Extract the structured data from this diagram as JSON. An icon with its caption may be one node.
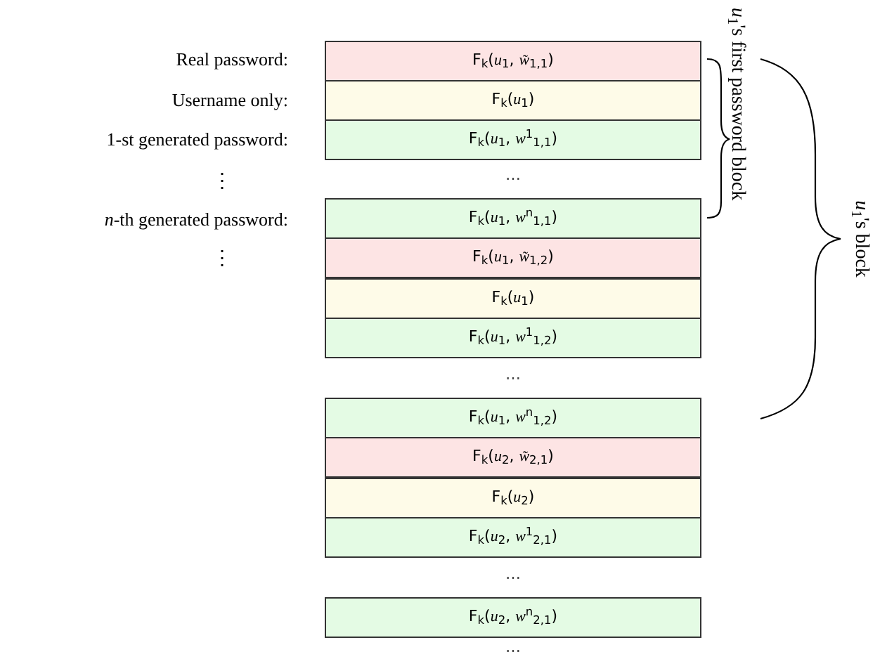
{
  "diagram": {
    "nodes": [
      {
        "text": [
          "F$_{k}$(*u*$_{1}$, *w̃*$_{1,1}$)"
        ]
      },
      {
        "text": [
          "F$_{k}$(*u*$_{1}$)"
        ]
      },
      {
        "text": [
          "F$_{k}$(*u*$_{1}$, *w*$^{1}$$_{1,1}$)"
        ]
      },
      {
        "text": [
          "F$_{k}$(*u*$_{1}$, *w*$^{n}$$_{1,1}$)"
        ]
      },
      {
        "text": [
          "F$_{k}$(*u*$_{1}$, *w̃*$_{1,2}$)"
        ]
      },
      {
        "text": [
          "F$_{k}$(*u*$_{1}$)"
        ]
      },
      {
        "text": [
          "F$_{k}$(*u*$_{1}$, *w*$^{1}$$_{1,2}$)"
        ]
      },
      {
        "text": [
          "F$_{k}$(*u*$_{1}$, *w*$^{n}$$_{1,2}$)"
        ]
      },
      {
        "text": [
          "F$_{k}$(*u*$_{2}$, *w̃*$_{2,1}$)"
        ]
      },
      {
        "text": [
          "F$_{k}$(*u*$_{2}$)"
        ]
      },
      {
        "text": [
          "F$_{k}$(*u*$_{2}$, *w*$^{1}$$_{2,1}$)"
        ]
      },
      {
        "text": [
          "F$_{k}$(*u*$_{2}$, *w*$^{n}$$_{2,1}$)"
        ]
      }
    ],
    "edges": [],
    "labels": [
      "*u*$_{1}$'s first password block",
      "Real password:",
      "Username only:",
      "1-st generated password:",
      "⋮",
      "*n*-th generated password:",
      "⋮",
      "⋯",
      "⋯",
      "*u*$_{1}$'s block",
      "⋯",
      "⋯"
    ]
  }
}
